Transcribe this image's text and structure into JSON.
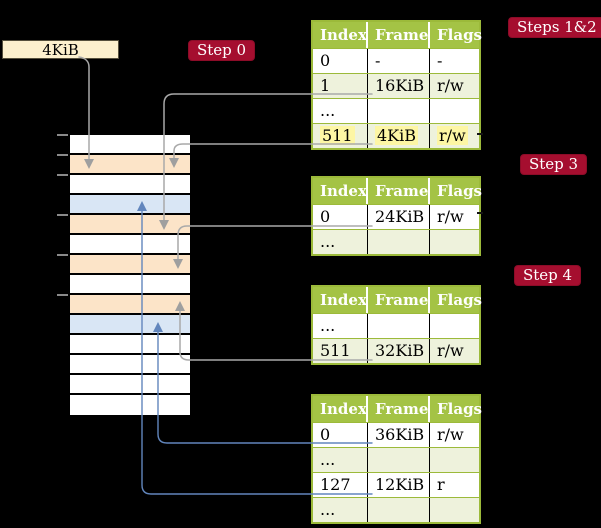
{
  "colors": {
    "crimson": "#a50e2f",
    "headergreen": "#a4c345",
    "bordergreen": "#9cba3a",
    "rowgreen": "#eef2dc",
    "highlight": "#fdf6a4",
    "peach": "#fce4c8",
    "bluerow": "#d9e6f5",
    "wheat": "#fcf0cd",
    "grayline": "#a9a9a9",
    "blueline": "#6286bd",
    "background": "#000000"
  },
  "frame_box": {
    "label": "4KiB"
  },
  "step_labels": {
    "step0": "Step 0",
    "steps12": "Steps 1&2",
    "step3": "Step 3",
    "step4": "Step 4"
  },
  "memory_column": {
    "rows": [
      {
        "color": "white"
      },
      {
        "color": "peach"
      },
      {
        "color": "white"
      },
      {
        "color": "blue"
      },
      {
        "color": "peach"
      },
      {
        "color": "white"
      },
      {
        "color": "peach"
      },
      {
        "color": "white"
      },
      {
        "color": "peach"
      },
      {
        "color": "blue"
      },
      {
        "color": "white"
      },
      {
        "color": "white"
      },
      {
        "color": "white"
      },
      {
        "color": "white"
      }
    ]
  },
  "tables": [
    {
      "id": "table-steps12",
      "name": "page-table-at-4kib",
      "headers": [
        "Index",
        "Frame",
        "Flags"
      ],
      "rows": [
        {
          "cells": [
            "0",
            "-",
            "-"
          ],
          "shaded": false,
          "highlighted": false
        },
        {
          "cells": [
            "1",
            "16KiB",
            "r/w"
          ],
          "shaded": true,
          "highlighted": false
        },
        {
          "cells": [
            "...",
            "",
            ""
          ],
          "shaded": false,
          "highlighted": false
        },
        {
          "cells": [
            "511",
            "4KiB",
            "r/w"
          ],
          "shaded": true,
          "highlighted": true
        }
      ]
    },
    {
      "id": "table-step3",
      "name": "page-table-step3",
      "headers": [
        "Index",
        "Frame",
        "Flags"
      ],
      "rows": [
        {
          "cells": [
            "0",
            "24KiB",
            "r/w"
          ],
          "shaded": false,
          "highlighted": false
        },
        {
          "cells": [
            "...",
            "",
            ""
          ],
          "shaded": true,
          "highlighted": false
        }
      ]
    },
    {
      "id": "table-step4",
      "name": "page-table-step4",
      "headers": [
        "Index",
        "Frame",
        "Flags"
      ],
      "rows": [
        {
          "cells": [
            "...",
            "",
            ""
          ],
          "shaded": false,
          "highlighted": false
        },
        {
          "cells": [
            "511",
            "32KiB",
            "r/w"
          ],
          "shaded": true,
          "highlighted": false
        }
      ]
    },
    {
      "id": "table-final",
      "name": "page-table-final",
      "headers": [
        "Index",
        "Frame",
        "Flags"
      ],
      "rows": [
        {
          "cells": [
            "0",
            "36KiB",
            "r/w"
          ],
          "shaded": false,
          "highlighted": false
        },
        {
          "cells": [
            "...",
            "",
            ""
          ],
          "shaded": true,
          "highlighted": false
        },
        {
          "cells": [
            "127",
            "12KiB",
            "r"
          ],
          "shaded": false,
          "highlighted": false
        },
        {
          "cells": [
            "...",
            "",
            ""
          ],
          "shaded": true,
          "highlighted": false
        }
      ]
    }
  ],
  "connectors": [
    {
      "from": "4KiB-box",
      "to": "memory-frame-4KiB",
      "color": "gray"
    },
    {
      "from": "table-steps12-entry-1-16KiB",
      "to": "memory-frame-16KiB",
      "color": "gray"
    },
    {
      "from": "table-steps12-entry-511-4KiB",
      "to": "memory-frame-4KiB",
      "color": "gray"
    },
    {
      "from": "table-step3-entry-0-24KiB",
      "to": "memory-frame-24KiB",
      "color": "gray"
    },
    {
      "from": "table-step4-entry-511-32KiB",
      "to": "memory-frame-32KiB",
      "color": "gray"
    },
    {
      "from": "table-final-entry-0-36KiB",
      "to": "memory-frame-36KiB",
      "color": "blue"
    },
    {
      "from": "table-final-entry-127-12KiB",
      "to": "memory-frame-12KiB",
      "color": "blue"
    }
  ]
}
